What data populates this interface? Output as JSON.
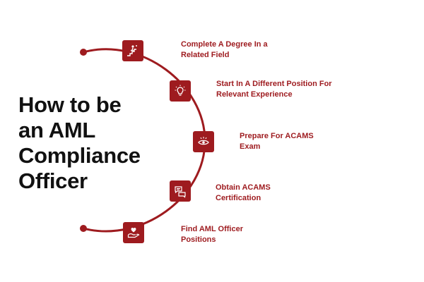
{
  "title_lines": [
    "How to be",
    "an AML",
    "Compliance",
    "Officer"
  ],
  "colors": {
    "accent": "#9e1b1f",
    "title": "#111111"
  },
  "steps": [
    {
      "icon": "person-climbing-stairs-icon",
      "label": "Complete A Degree In a\nRelated Field"
    },
    {
      "icon": "lightbulb-icon",
      "label": "Start In A Different Position For\nRelevant Experience"
    },
    {
      "icon": "eye-icon",
      "label": "Prepare For ACAMS\nExam"
    },
    {
      "icon": "chat-bubbles-icon",
      "label": "Obtain ACAMS\nCertification"
    },
    {
      "icon": "heart-in-hand-icon",
      "label": "Find AML Officer\nPositions"
    }
  ]
}
